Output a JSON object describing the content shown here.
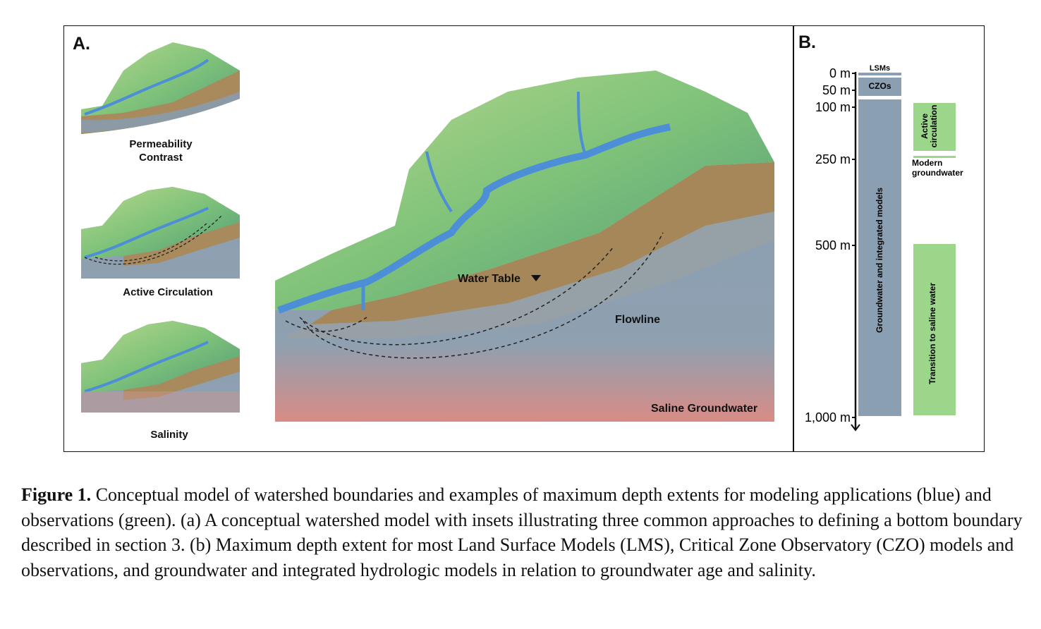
{
  "panel_a": {
    "label": "A.",
    "insets": [
      {
        "label_line1": "Permeability",
        "label_line2": "Contrast"
      },
      {
        "label_line1": "Active Circulation",
        "label_line2": ""
      },
      {
        "label_line1": "Salinity",
        "label_line2": ""
      }
    ],
    "main": {
      "water_table": "Water Table",
      "flowline": "Flowline",
      "saline": "Saline Groundwater"
    }
  },
  "panel_b": {
    "label": "B.",
    "ticks": [
      "0 m",
      "50 m",
      "100 m",
      "250 m",
      "500 m",
      "1,000 m"
    ],
    "models": [
      {
        "label": "LSMs",
        "from": 0,
        "to": 5,
        "color": "#8aa0b2"
      },
      {
        "label": "CZOs",
        "from": 10,
        "to": 70,
        "color": "#8aa0b2"
      },
      {
        "label": "Groundwater and integrated models",
        "from": 80,
        "to": 1000,
        "color": "#8aa0b2"
      }
    ],
    "observations": [
      {
        "label": "Active circulation",
        "color": "#9bd68a"
      },
      {
        "label": "Modern groundwater",
        "color": "#9bd68a"
      },
      {
        "label": "Transition to saline water",
        "color": "#9bd68a"
      }
    ]
  },
  "caption": {
    "title": "Figure 1.",
    "text": " Conceptual model of watershed boundaries and examples of maximum depth extents for modeling applications (blue) and observations (green). (a) A conceptual watershed model with insets illustrating three common approaches to defining a bottom boundary described in section 3. (b) Maximum depth extent for most Land Surface Models (LMS), Critical Zone Observatory (CZO) models and observations, and groundwater and integrated hydrologic models in relation to groundwater age and salinity."
  }
}
